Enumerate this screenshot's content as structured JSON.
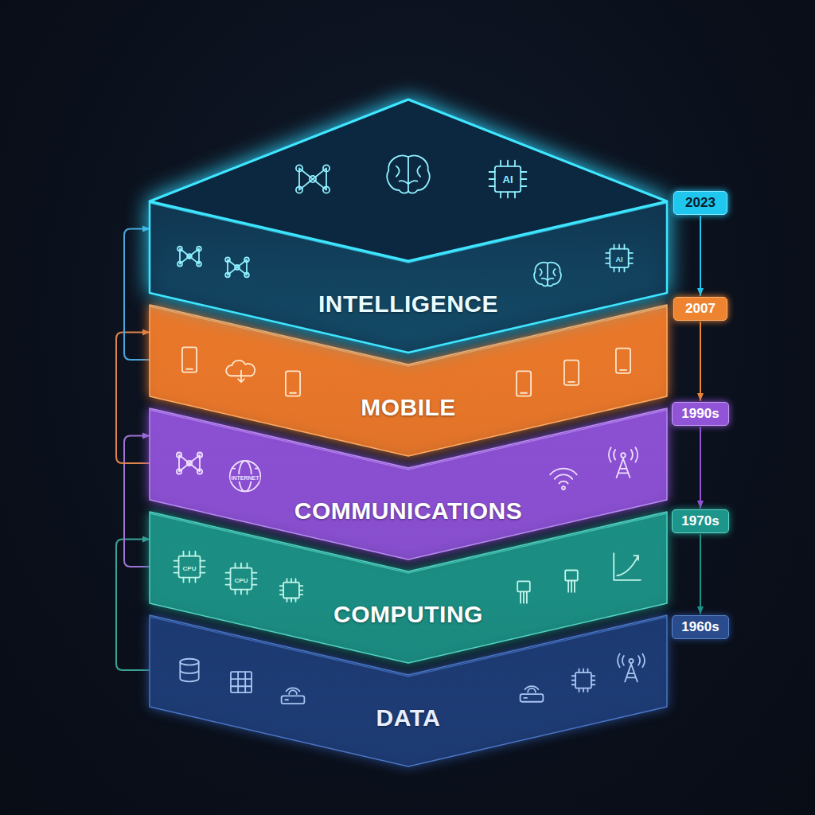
{
  "diagram": {
    "nodes": [
      {
        "text": [
          "INTELLIGENCE"
        ]
      },
      {
        "text": [
          "MOBILE"
        ]
      },
      {
        "text": [
          "COMMUNICATIONS"
        ]
      },
      {
        "text": [
          "COMPUTING"
        ]
      },
      {
        "text": [
          "DATA"
        ]
      },
      {
        "text": [
          "2023"
        ]
      },
      {
        "text": [
          "2007"
        ]
      },
      {
        "text": [
          "1990s"
        ]
      },
      {
        "text": [
          "1970s"
        ]
      },
      {
        "text": [
          "1960s"
        ]
      }
    ],
    "edges": [
      {
        "from": 4,
        "to": 3,
        "arrow": "to"
      },
      {
        "from": 3,
        "to": 2,
        "arrow": "to"
      },
      {
        "from": 2,
        "to": 1,
        "arrow": "to"
      },
      {
        "from": 1,
        "to": 0,
        "arrow": "to"
      },
      {
        "from": 5,
        "to": 6,
        "arrow": "to"
      },
      {
        "from": 6,
        "to": 7,
        "arrow": "to"
      },
      {
        "from": 7,
        "to": 8,
        "arrow": "to"
      },
      {
        "from": 8,
        "to": 9,
        "arrow": "to"
      }
    ],
    "labels": [
      "AI",
      "AI",
      "INTERNET",
      "CPU",
      "CPU"
    ]
  }
}
